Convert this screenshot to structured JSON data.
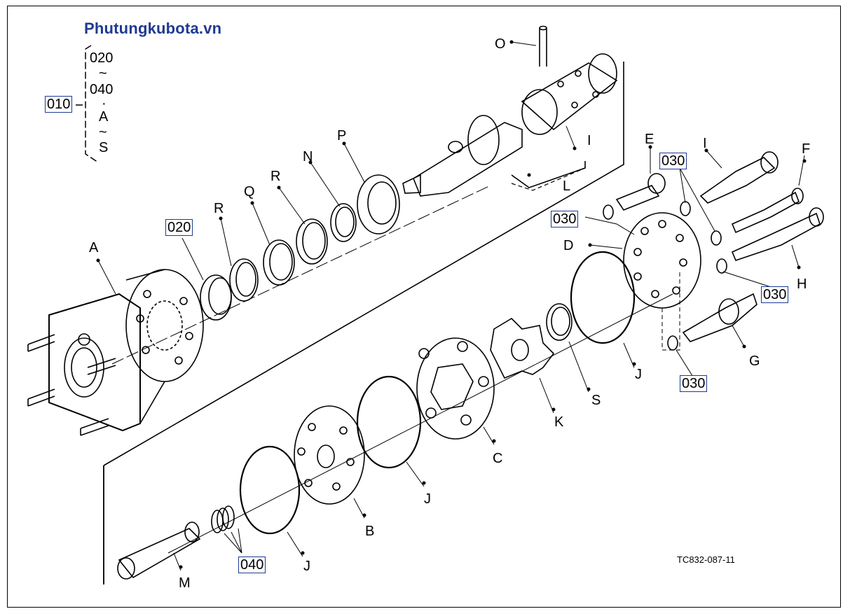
{
  "watermark": "Phutungkubota.vn",
  "figure_code": "TC832-087-11",
  "bracket": {
    "ref": "010",
    "range_start": "020",
    "tilde1": "~",
    "range_end": "040",
    "dot": "·",
    "letter_start": "A",
    "tilde2": "~",
    "letter_end": "S"
  },
  "ref_boxes": [
    "020",
    "030",
    "030",
    "030",
    "030",
    "040"
  ],
  "part_labels": {
    "A": "A",
    "B": "B",
    "C": "C",
    "D": "D",
    "E": "E",
    "F": "F",
    "G": "G",
    "H": "H",
    "I_top": "I",
    "I_right": "I",
    "J1": "J",
    "J2": "J",
    "J3": "J",
    "K": "K",
    "L": "L",
    "M": "M",
    "N": "N",
    "O": "O",
    "P": "P",
    "Q": "Q",
    "R1": "R",
    "R2": "R",
    "S": "S"
  }
}
